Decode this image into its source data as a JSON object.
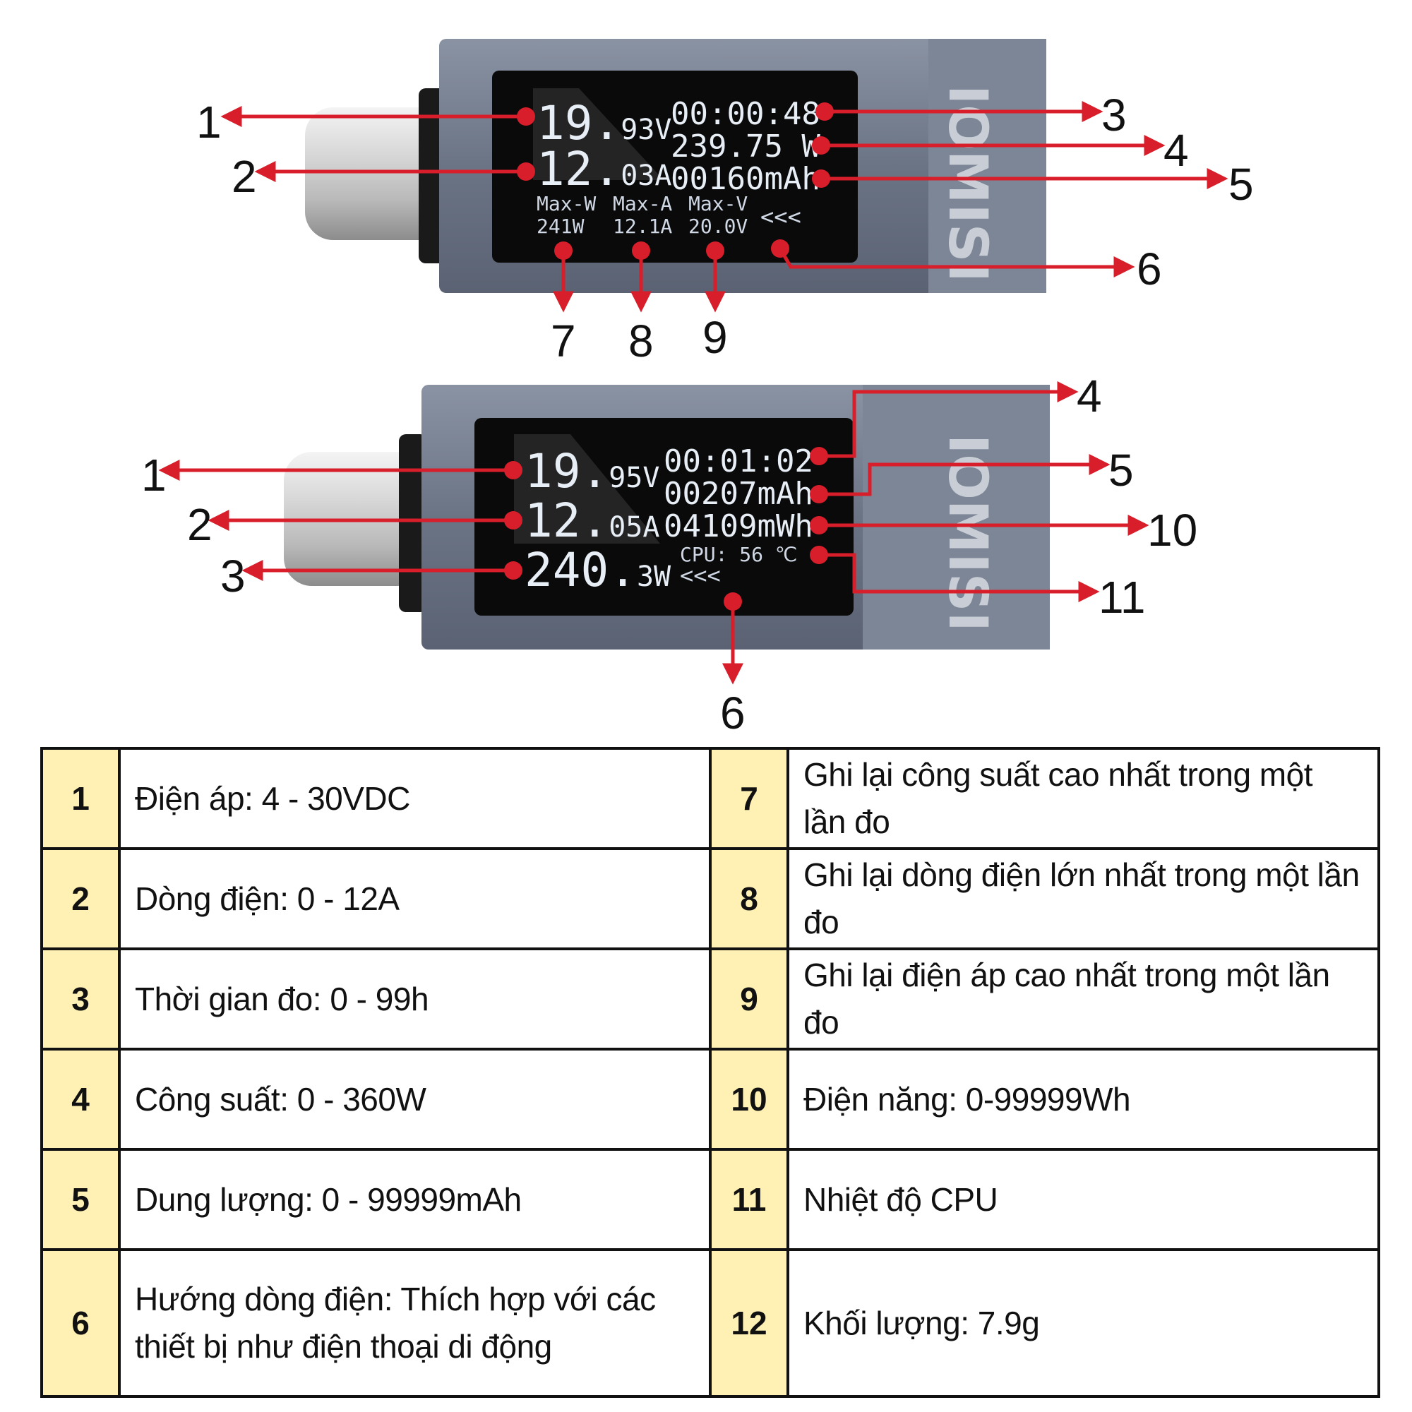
{
  "brand": "IOMISI",
  "device_top": {
    "voltage_main": "19.",
    "voltage_frac": "93V",
    "current_main": "12.",
    "current_frac": "03A",
    "time": "00:00:48",
    "power": "239.75 W",
    "capacity": "00160mAh",
    "max_labels": [
      "Max-W",
      "Max-A",
      "Max-V"
    ],
    "max_values": [
      "241W",
      "12.1A",
      "20.0V"
    ],
    "direction": "<<<"
  },
  "device_bottom": {
    "voltage_main": "19.",
    "voltage_frac": "95V",
    "current_main": "12.",
    "current_frac": "05A",
    "power_main": "240.",
    "power_frac": "3W",
    "time": "00:01:02",
    "capacity": "00207mAh",
    "energy": "04109mWh",
    "cpu": "CPU: 56 ℃",
    "direction": "<<<"
  },
  "callouts_top": [
    "1",
    "2",
    "3",
    "4",
    "5",
    "6",
    "7",
    "8",
    "9"
  ],
  "callouts_bottom": [
    "1",
    "2",
    "3",
    "4",
    "5",
    "6",
    "10",
    "11"
  ],
  "spec_rows": [
    {
      "left_num": "1",
      "left_text": "Điện áp: 4 - 30VDC",
      "right_num": "7",
      "right_text": "Ghi lại công suất cao nhất trong một lần đo"
    },
    {
      "left_num": "2",
      "left_text": "Dòng điện: 0 - 12A",
      "right_num": "8",
      "right_text": "Ghi lại dòng điện lớn nhất trong một lần đo"
    },
    {
      "left_num": "3",
      "left_text": "Thời gian đo: 0 - 99h",
      "right_num": "9",
      "right_text": "Ghi lại điện áp cao nhất trong một lần đo"
    },
    {
      "left_num": "4",
      "left_text": "Công suất: 0 - 360W",
      "right_num": "10",
      "right_text": "Điện năng: 0-99999Wh"
    },
    {
      "left_num": "5",
      "left_text": "Dung lượng: 0 - 99999mAh",
      "right_num": "11",
      "right_text": "Nhiệt độ CPU"
    },
    {
      "left_num": "6",
      "left_text": "Hướng dòng điện: Thích hợp với các thiết bị như điện thoại di động",
      "right_num": "12",
      "right_text": "Khối lượng: 7.9g"
    }
  ],
  "colors": {
    "arrow": "#d81e2a",
    "device_body": "#6e7787",
    "screen": "#0a0a0a",
    "number_cell": "#fff0b3"
  }
}
